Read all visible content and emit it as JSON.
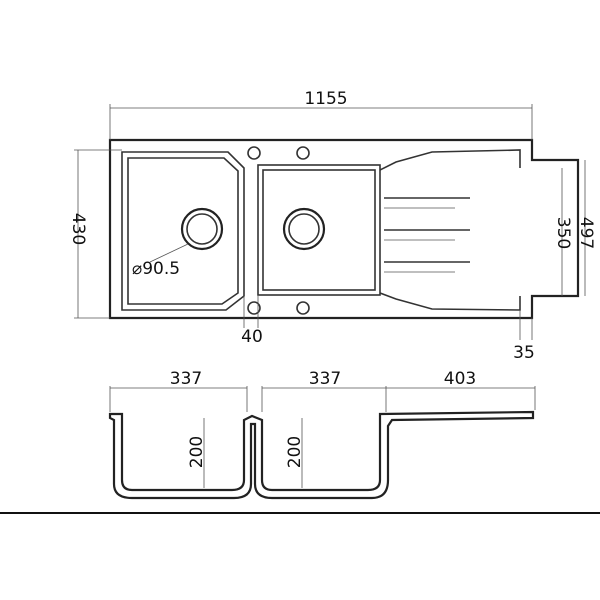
{
  "dimensions": {
    "overall_length": "1155",
    "depth": "430",
    "drainer_depth": "350",
    "overall_depth": "497",
    "waste_diameter": "⌀90.5",
    "bowl_gap": "40",
    "drainer_offset": "35",
    "bowl1_width": "337",
    "bowl2_width": "337",
    "drainer_width": "403",
    "bowl1_depth": "200",
    "bowl2_depth": "200"
  },
  "colors": {
    "line": "#222222",
    "dimension_line": "#555555",
    "text": "#111111"
  }
}
